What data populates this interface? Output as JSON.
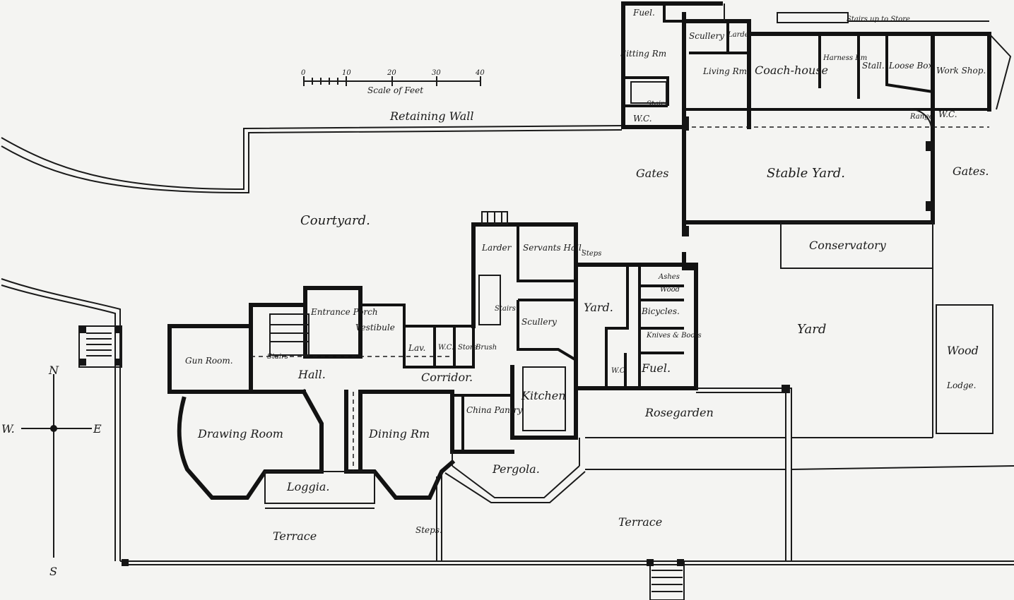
{
  "labels": {
    "fuel_top": "Fuel.",
    "scullery_top": "Scullery",
    "larder_top": "Larder",
    "sitting_rm": "Sitting Rm",
    "living_rm": "Living Rm",
    "stairs_top": "Stairs",
    "wc_top": "W.C.",
    "coach_house": "Coach-house",
    "harness_rm": "Harness Rm",
    "stall": "Stall.",
    "loose_box": "Loose Box",
    "work_shop": "Work Shop.",
    "stairs_store": "Stairs up to Store",
    "range": "Range",
    "wc_right": "W.C.",
    "scale_title": "Scale of Feet",
    "scale_0": "0",
    "scale_10": "10",
    "scale_20": "20",
    "scale_30": "30",
    "scale_40": "40",
    "retaining_wall": "Retaining Wall",
    "gates_left": "Gates",
    "stable_yard": "Stable Yard.",
    "gates_right": "Gates.",
    "courtyard": "Courtyard.",
    "conservatory": "Conservatory",
    "larder": "Larder",
    "servants_hall": "Servants Hall.",
    "steps_top": "Steps",
    "ashes": "Ashes",
    "wood_small": "Wood",
    "entrance_porch": "Entrance Porch",
    "vestibule": "Vestibule",
    "yard_small": "Yard.",
    "scullery": "Scullery",
    "bicycles": "Bicycles.",
    "yard_large": "Yard",
    "knives_boots": "Knives & Boots",
    "gun_room": "Gun Room.",
    "stairs_hall": "Stairs",
    "hall": "Hall.",
    "lav": "Lav.",
    "wc_mid": "W.C.",
    "store": "Store",
    "brush": "Brush",
    "corridor": "Corridor.",
    "stairs_mid": "Stairs",
    "wc_yard": "W.C.",
    "fuel": "Fuel.",
    "wood_lodge_1": "Wood",
    "wood_lodge_2": "Lodge.",
    "kitchen": "Kitchen",
    "china_pantry": "China Pantry",
    "drawing_room": "Drawing Room",
    "dining_rm": "Dining Rm",
    "rosegarden": "Rosegarden",
    "pergola": "Pergola.",
    "loggia": "Loggia.",
    "terrace_left": "Terrace",
    "steps_bottom": "Steps.",
    "terrace_right": "Terrace",
    "compass_n": "N",
    "compass_s": "S",
    "compass_w": "W.",
    "compass_e": "E"
  },
  "colors": {
    "paper": "#f4f4f2",
    "ink": "#151515"
  }
}
